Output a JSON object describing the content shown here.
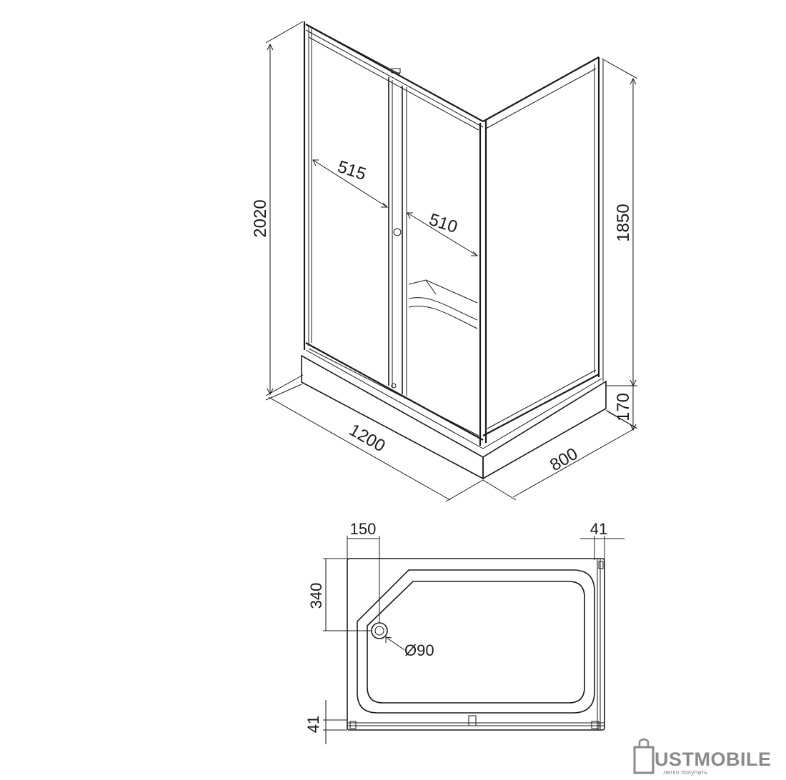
{
  "dimensions": {
    "overall_height": "2020",
    "door_height": "1850",
    "tray_height": "170",
    "length": "1200",
    "width": "800",
    "door_left_opening": "515",
    "door_right_opening": "510"
  },
  "plan": {
    "drain_offset_x": "150",
    "drain_offset_y": "340",
    "drain_diameter": "Ø90",
    "frame_right": "41",
    "frame_bottom": "41"
  },
  "watermark": {
    "brand_tail": "USTMOBILE",
    "tagline": "легко покупать"
  },
  "colors": {
    "line": "#1a1a1a",
    "logo": "#8a8a8a"
  }
}
